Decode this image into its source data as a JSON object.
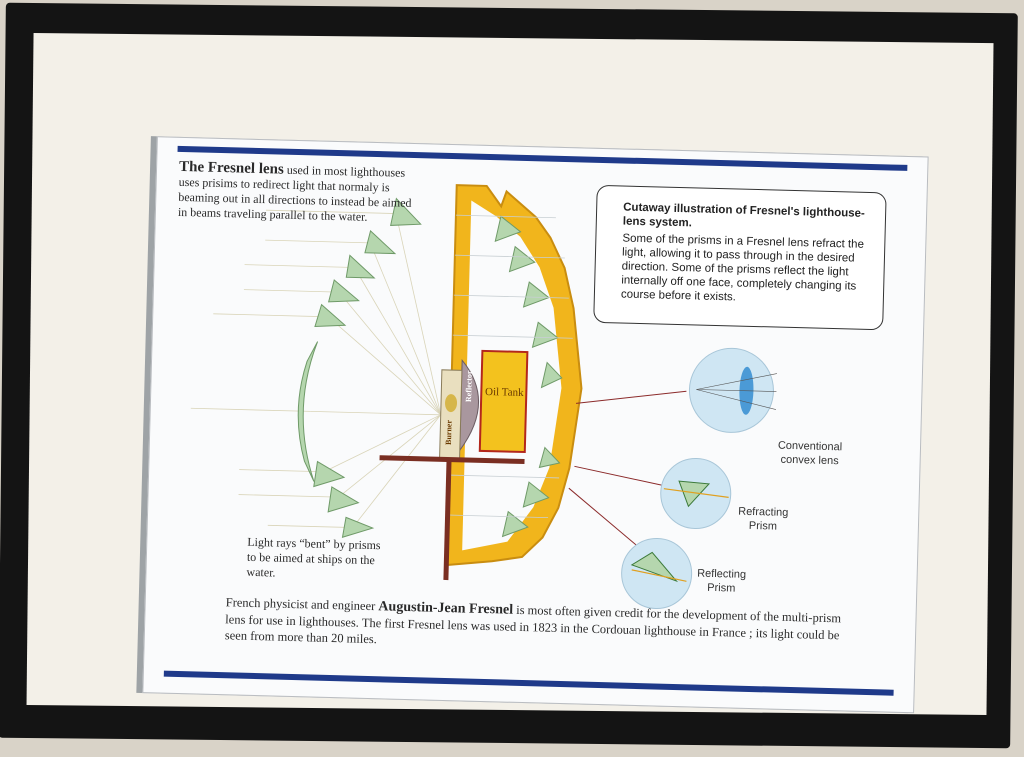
{
  "intro": {
    "title": "The Fresnel lens",
    "text": "used in most lighthouses uses prisims to redirect light that normaly is beaming out in all directions to instead be aimed in beams traveling parallel to the water."
  },
  "callout": {
    "heading": "Cutaway illustration of Fresnel's lighthouse-lens system.",
    "body": "Some of the prisms in a Fresnel lens refract the light, allowing it to pass through in the desired direction. Some of the prisms reflect the light internally off one face, completely changing its course before it exists."
  },
  "diagram": {
    "oil_tank": "Oil Tank",
    "reflector": "Reflector",
    "burner": "Burner",
    "conventional_lens": "Conventional convex lens",
    "refracting_prism": "Refracting Prism",
    "reflecting_prism": "Reflecting Prism",
    "rays_caption": "Light rays “bent” by prisms to be aimed at ships on the water."
  },
  "footer": {
    "before": "French physicist and engineer",
    "name": "Augustin-Jean Fresnel",
    "after": "is most often given credit for the development of the multi-prism lens for use in lighthouses. The first Fresnel lens was used in 1823 in the Cordouan lighthouse in France ; its light could be seen from more than 20 miles."
  },
  "colors": {
    "accent_bar": "#1f3a8a",
    "lens_gold": "#f0b41c",
    "prism_green": "#9cc79a",
    "lens_circle": "#cfe6f3"
  }
}
